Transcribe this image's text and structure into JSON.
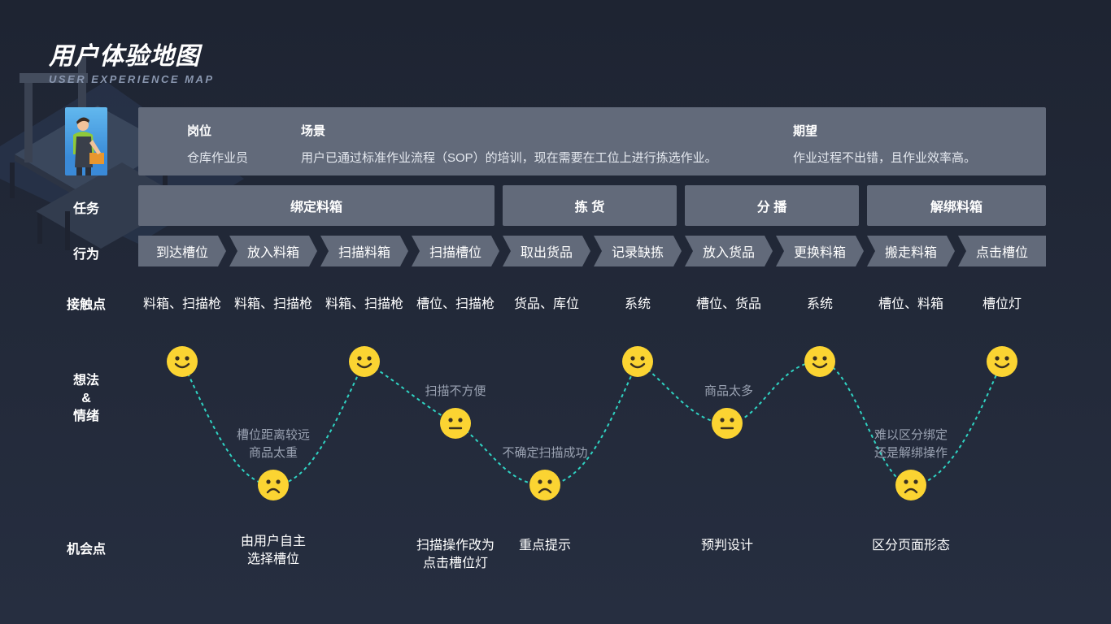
{
  "header": {
    "title": "用户体验地图",
    "subtitle": "USER EXPERIENCE MAP"
  },
  "info": {
    "role_label": "岗位",
    "role_value": "仓库作业员",
    "scene_label": "场景",
    "scene_value": "用户已通过标准作业流程（SOP）的培训，现在需要在工位上进行拣选作业。",
    "expect_label": "期望",
    "expect_value": "作业过程不出错，且作业效率高。"
  },
  "row_labels": {
    "task": "任务",
    "behavior": "行为",
    "touchpoint": "接触点",
    "emotion_line1": "想法",
    "emotion_line2": "&",
    "emotion_line3": "情绪",
    "opportunity": "机会点"
  },
  "tasks": [
    "绑定料箱",
    "拣 货",
    "分 播",
    "解绑料箱"
  ],
  "behaviors": [
    "到达槽位",
    "放入料箱",
    "扫描料箱",
    "扫描槽位",
    "取出货品",
    "记录缺拣",
    "放入货品",
    "更换料箱",
    "搬走料箱",
    "点击槽位"
  ],
  "touchpoints": [
    "料箱、扫描枪",
    "料箱、扫描枪",
    "料箱、扫描枪",
    "槽位、扫描枪",
    "货品、库位",
    "系统",
    "槽位、货品",
    "系统",
    "槽位、料箱",
    "槽位灯"
  ],
  "emotions": [
    "happy",
    "sad",
    "happy",
    "neutral",
    "sad",
    "happy",
    "neutral",
    "happy",
    "sad",
    "happy"
  ],
  "pain_points": {
    "p1_line1": "槽位距离较远",
    "p1_line2": "商品太重",
    "p2": "扫描不方便",
    "p3": "不确定扫描成功",
    "p4": "商品太多",
    "p5_line1": "难以区分绑定",
    "p5_line2": "还是解绑操作"
  },
  "opportunities": {
    "o1_line1": "由用户自主",
    "o1_line2": "选择槽位",
    "o2_line1": "扫描操作改为",
    "o2_line2": "点击槽位灯",
    "o3": "重点提示",
    "o4": "预判设计",
    "o5": "区分页面形态"
  },
  "colors": {
    "background": "#222938",
    "card": "#626a7a",
    "emoji": "#fbd432",
    "curve": "#2fd3c3",
    "muted_text": "#9aa2b2"
  }
}
